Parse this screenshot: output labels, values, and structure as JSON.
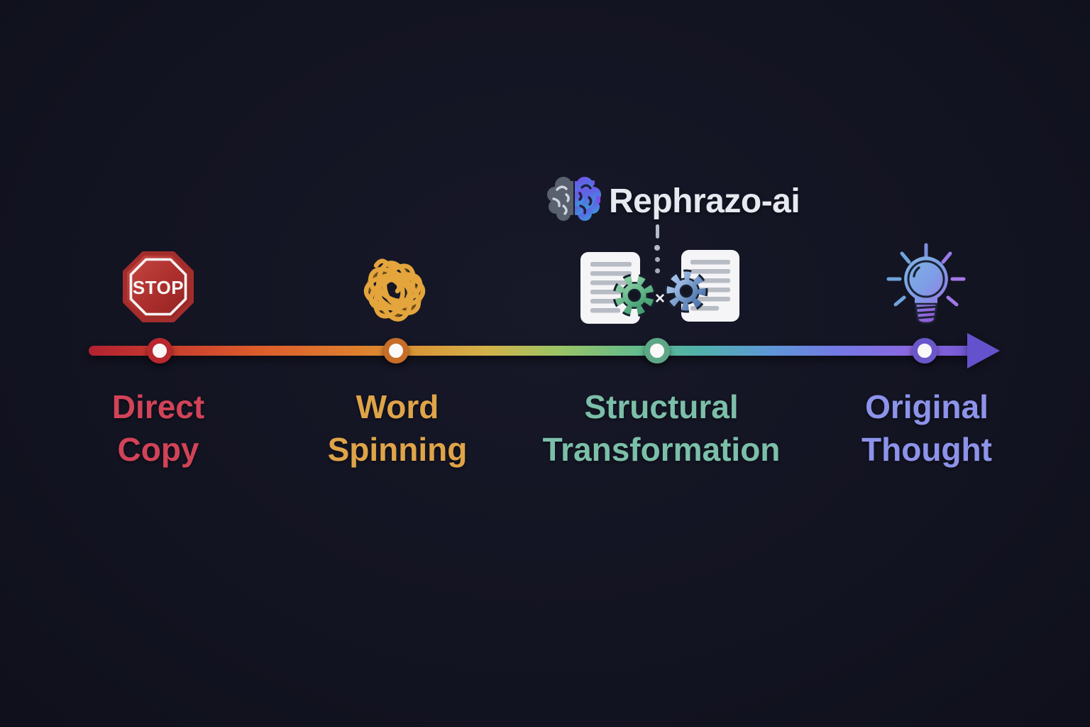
{
  "background_color": "#131422",
  "brand": {
    "name": "Rephrazo-ai",
    "icon": "brain-icon",
    "text_color": "#e7e9f0"
  },
  "timeline": {
    "direction": "left-to-right-arrow",
    "arrow_color": "#6352cc",
    "gradient": [
      "#b22131",
      "#dd5f2c",
      "#dd872f",
      "#d2b24a",
      "#63bb8d",
      "#50b0ab",
      "#5e97d8",
      "#8b67e0",
      "#7057d2"
    ]
  },
  "stages": [
    {
      "id": "direct-copy",
      "label": [
        "Direct",
        "Copy"
      ],
      "color": "#d24358",
      "dot_color": "#b8282e",
      "icon": "stop-sign-icon",
      "icon_text": "STOP"
    },
    {
      "id": "word-spinning",
      "label": [
        "Word",
        "Spinning"
      ],
      "color": "#dfa449",
      "dot_color": "#c66d28",
      "icon": "tangled-scribble-icon"
    },
    {
      "id": "structural-transformation",
      "label": [
        "Structural",
        "Transformation"
      ],
      "color": "#7cbfa9",
      "dot_color": "#5da787",
      "icon": "documents-gears-icon",
      "icon_mark": "×",
      "gear_colors": [
        "#4ba377",
        "#5c87bf"
      ]
    },
    {
      "id": "original-thought",
      "label": [
        "Original",
        "Thought"
      ],
      "color": "#8d93ea",
      "dot_color": "#6a57c9",
      "icon": "lightbulb-icon"
    }
  ]
}
